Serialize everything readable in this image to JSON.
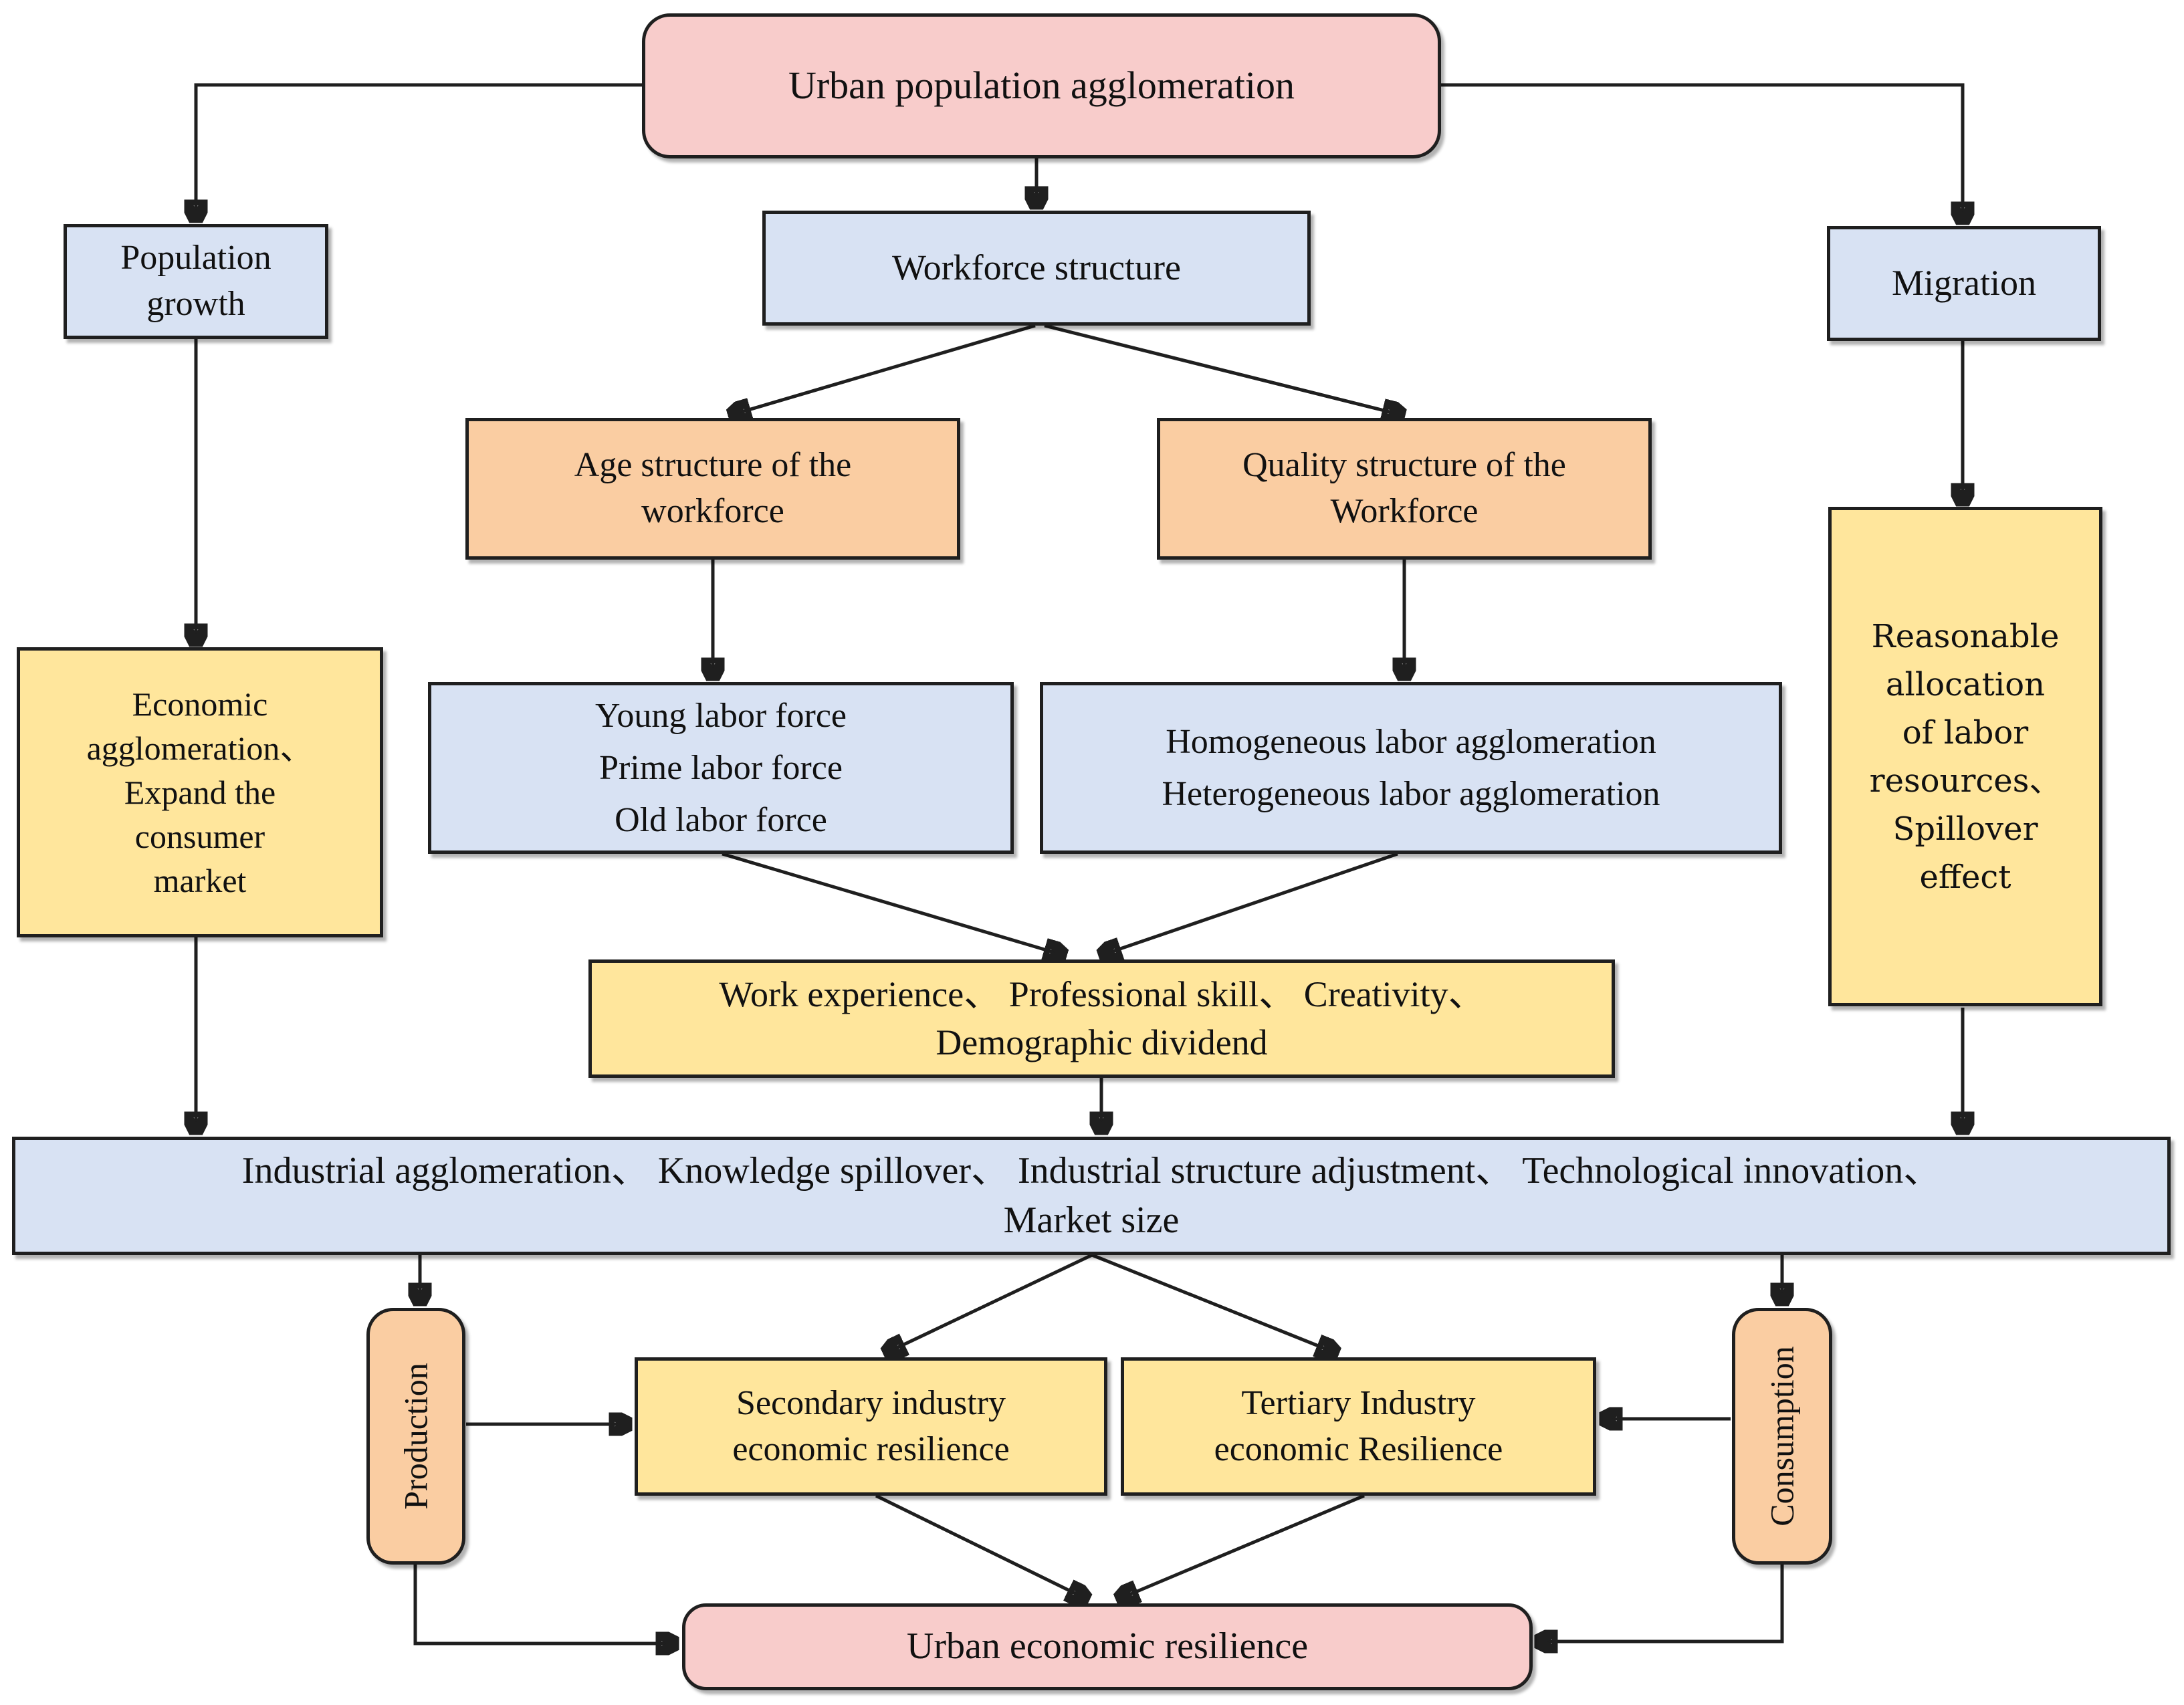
{
  "palette": {
    "pink": "#F8CCCB",
    "blue": "#D8E2F3",
    "orange": "#FACDA2",
    "yellow": "#FFE69C",
    "line": "#1F1F1F",
    "background": "#FFFFFF"
  },
  "nodes": {
    "urban_population": {
      "label": "Urban population agglomeration"
    },
    "population_growth": {
      "label": "Population\ngrowth"
    },
    "workforce_structure": {
      "label": "Workforce structure"
    },
    "migration": {
      "label": "Migration"
    },
    "age_structure": {
      "label": "Age structure of the\nworkforce"
    },
    "quality_structure": {
      "label": "Quality structure of the\nWorkforce"
    },
    "young_labor": {
      "label": "Young labor force\nPrime labor force\nOld labor force"
    },
    "homogeneous": {
      "label": "Homogeneous labor agglomeration\nHeterogeneous labor agglomeration"
    },
    "economic_agglomeration": {
      "label": "Economic\nagglomeration、\nExpand the\nconsumer\nmarket"
    },
    "reasonable_allocation": {
      "label": "Reasonable\nallocation\nof labor\nresources、\nSpillover\neffect"
    },
    "work_experience": {
      "label": "Work experience、 Professional skill、 Creativity、\nDemographic dividend"
    },
    "industrial_channels": {
      "label": "Industrial agglomeration、 Knowledge spillover、 Industrial structure adjustment、 Technological innovation、\nMarket size"
    },
    "production": {
      "label": "Production"
    },
    "consumption": {
      "label": "Consumption"
    },
    "secondary_industry": {
      "label": "Secondary industry\neconomic resilience"
    },
    "tertiary_industry": {
      "label": "Tertiary Industry\neconomic Resilience"
    },
    "urban_resilience": {
      "label": "Urban economic resilience"
    }
  }
}
